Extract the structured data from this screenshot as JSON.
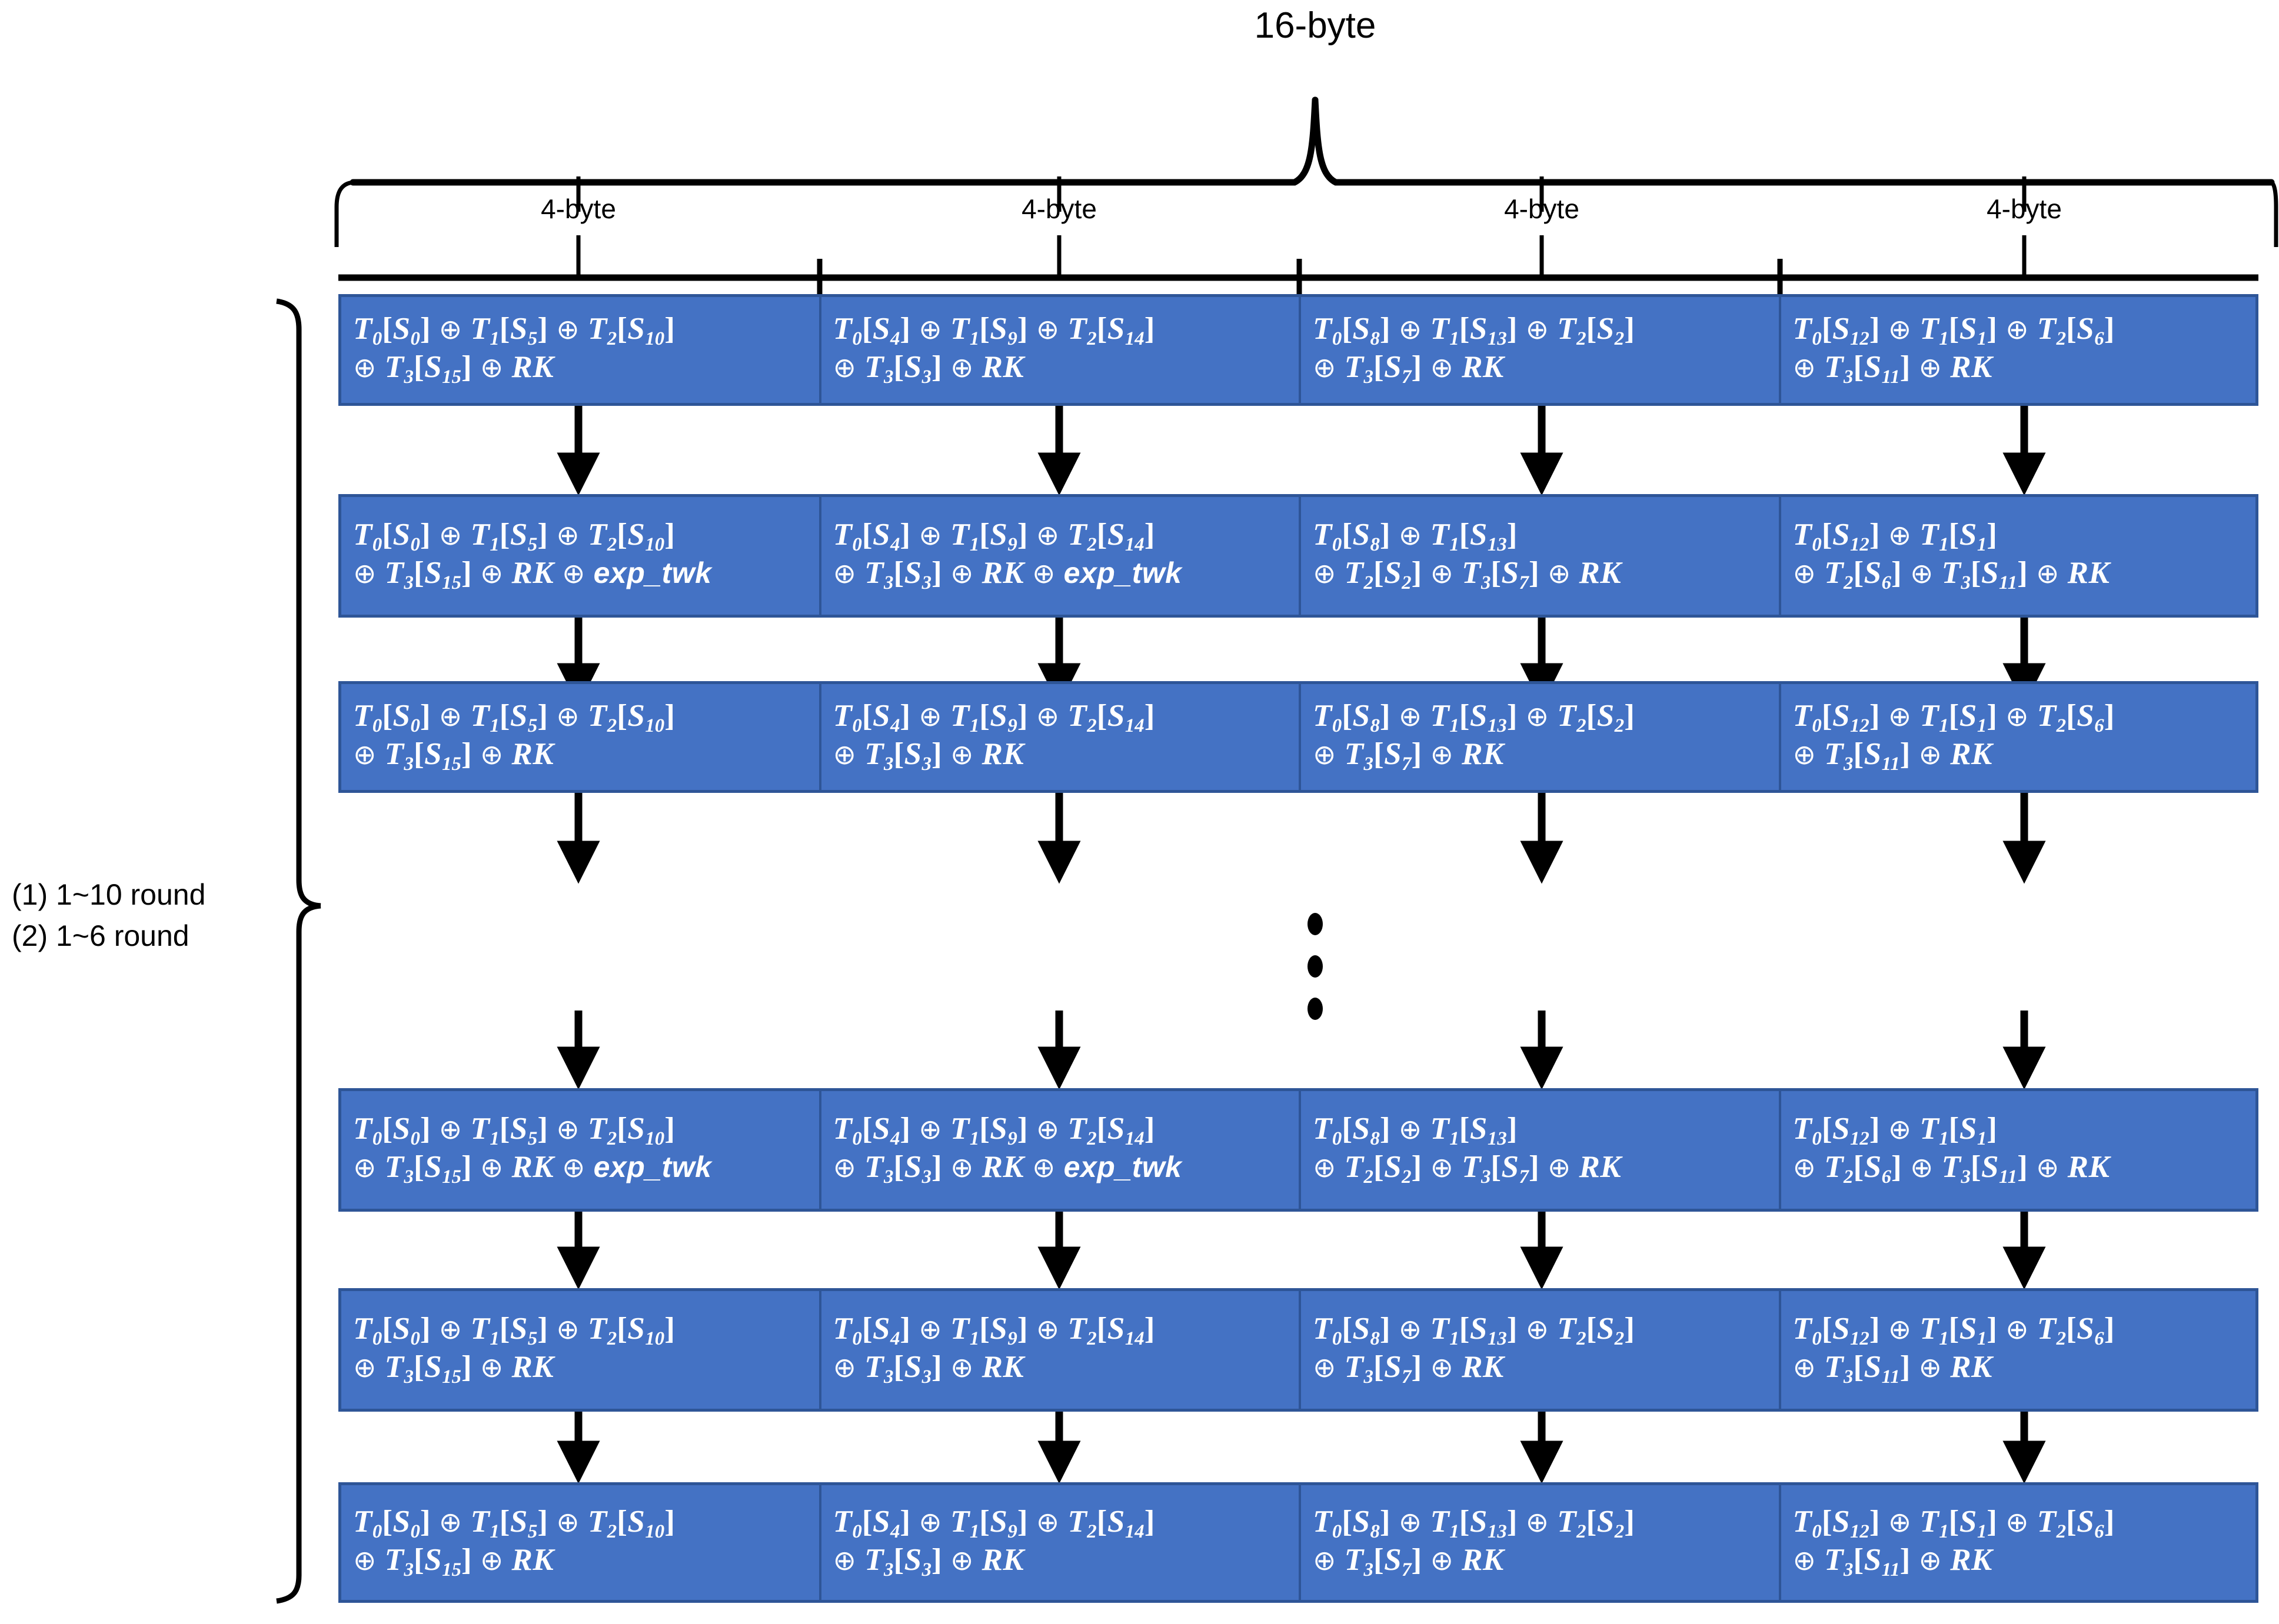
{
  "header": {
    "total_label": "16-byte",
    "word_labels": [
      "4-byte",
      "4-byte",
      "4-byte",
      "4-byte"
    ]
  },
  "side_labels": {
    "line1": "(1) 1~10 round",
    "line2": "(2) 1~6 round"
  },
  "symbols": {
    "xor": "⊕",
    "lbracket": "[",
    "rbracket": "]",
    "tweak": "exp_twk",
    "roundkey": "RK"
  },
  "colors": {
    "cell_fill": "#4472C4",
    "cell_border": "#2E5597",
    "text": "#FFFFFF",
    "line": "#000000",
    "background": "#FFFFFF"
  },
  "rows": [
    {
      "name": "round-row-1",
      "has_tweak": false,
      "cells": [
        {
          "line1": "T0[S0] ⊕ T1[S5] ⊕ T2[S10]",
          "line2": "⊕ T3[S15] ⊕ RK"
        },
        {
          "line1": "T0[S4] ⊕ T1[S9] ⊕ T2[S14]",
          "line2": "⊕ T3[S3] ⊕ RK"
        },
        {
          "line1": "T0[S8] ⊕ T1[S13] ⊕ T2[S2]",
          "line2": "⊕ T3[S7] ⊕ RK"
        },
        {
          "line1": "T0[S12] ⊕ T1[S1] ⊕ T2[S6]",
          "line2": "⊕ T3[S11] ⊕ RK"
        }
      ]
    },
    {
      "name": "round-row-2",
      "has_tweak": true,
      "cells": [
        {
          "line1": "T0[S0] ⊕ T1[S5] ⊕ T2[S10]",
          "line2": "⊕ T3[S15] ⊕ RK ⊕ exp_twk"
        },
        {
          "line1": "T0[S4] ⊕ T1[S9] ⊕ T2[S14]",
          "line2": "⊕ T3[S3] ⊕ RK ⊕ exp_twk"
        },
        {
          "line1": "T0[S8] ⊕ T1[S13]",
          "line2": "⊕ T2[S2] ⊕ T3[S7] ⊕ RK"
        },
        {
          "line1": "T0[S12] ⊕ T1[S1]",
          "line2": "⊕ T2[S6] ⊕ T3[S11] ⊕ RK"
        }
      ]
    },
    {
      "name": "round-row-3",
      "has_tweak": false,
      "cells": [
        {
          "line1": "T0[S0] ⊕ T1[S5] ⊕ T2[S10]",
          "line2": "⊕ T3[S15] ⊕ RK"
        },
        {
          "line1": "T0[S4] ⊕ T1[S9] ⊕ T2[S14]",
          "line2": "⊕ T3[S3] ⊕ RK"
        },
        {
          "line1": "T0[S8] ⊕ T1[S13] ⊕ T2[S2]",
          "line2": "⊕ T3[S7] ⊕ RK"
        },
        {
          "line1": "T0[S12] ⊕ T1[S1] ⊕ T2[S6]",
          "line2": "⊕ T3[S11] ⊕ RK"
        }
      ]
    },
    {
      "name": "round-row-4",
      "has_tweak": true,
      "cells": [
        {
          "line1": "T0[S0] ⊕ T1[S5] ⊕ T2[S10]",
          "line2": "⊕ T3[S15] ⊕ RK ⊕ exp_twk"
        },
        {
          "line1": "T0[S4] ⊕ T1[S9] ⊕ T2[S14]",
          "line2": "⊕ T3[S3] ⊕ RK ⊕ exp_twk"
        },
        {
          "line1": "T0[S8] ⊕ T1[S13]",
          "line2": "⊕ T2[S2] ⊕ T3[S7] ⊕ RK"
        },
        {
          "line1": "T0[S12] ⊕ T1[S1]",
          "line2": "⊕ T2[S6] ⊕ T3[S11] ⊕ RK"
        }
      ]
    },
    {
      "name": "round-row-5",
      "has_tweak": false,
      "cells": [
        {
          "line1": "T0[S0] ⊕ T1[S5] ⊕ T2[S10]",
          "line2": "⊕ T3[S15] ⊕ RK"
        },
        {
          "line1": "T0[S4] ⊕ T1[S9] ⊕ T2[S14]",
          "line2": "⊕ T3[S3] ⊕ RK"
        },
        {
          "line1": "T0[S8] ⊕ T1[S13] ⊕ T2[S2]",
          "line2": "⊕ T3[S7] ⊕ RK"
        },
        {
          "line1": "T0[S12] ⊕ T1[S1] ⊕ T2[S6]",
          "line2": "⊕ T3[S11] ⊕ RK"
        }
      ]
    },
    {
      "name": "round-row-6",
      "has_tweak": false,
      "cells": [
        {
          "line1": "T0[S0] ⊕ T1[S5] ⊕ T2[S10]",
          "line2": "⊕ T3[S15] ⊕ RK"
        },
        {
          "line1": "T0[S4] ⊕ T1[S9] ⊕ T2[S14]",
          "line2": "⊕ T3[S3] ⊕ RK"
        },
        {
          "line1": "T0[S8] ⊕ T1[S13] ⊕ T2[S2]",
          "line2": "⊕ T3[S7] ⊕ RK"
        },
        {
          "line1": "T0[S12] ⊕ T1[S1] ⊕ T2[S6]",
          "line2": "⊕ T3[S11] ⊕ RK"
        }
      ]
    }
  ],
  "ellipsis": {
    "dots": 3
  }
}
